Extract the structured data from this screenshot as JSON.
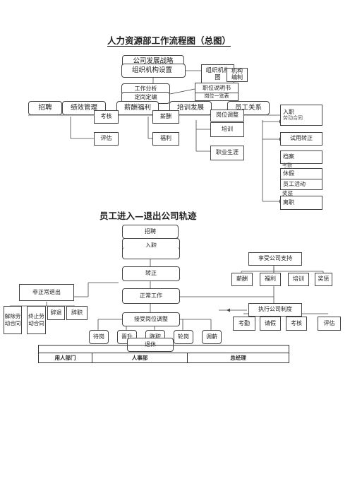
{
  "chart1": {
    "title": "人力资源部工作流程图（总图）",
    "strategy": "公司发展战略",
    "org_setup": "组织机构设置",
    "org_diagram": "组织机构图",
    "org_edit": "机构编制",
    "job_analysis": "工作分析",
    "quota": "定岗定编",
    "job_desc": "职位说明书",
    "job_list": "岗位一览表",
    "recruit": "招聘",
    "perf": "绩效管理",
    "comp": "薪酬福利",
    "training_dev": "培训发展",
    "employee_rel": "员工关系",
    "assess": "考核",
    "salary": "薪酬",
    "post_adjust": "岗位调整",
    "evaluate": "评估",
    "welfare": "福利",
    "training": "培训",
    "career": "职业生涯",
    "onboard": "入职",
    "labor_contract": "劳动合同",
    "probation": "试用转正",
    "archive": "档案",
    "attendance": "考勤",
    "leave": "休假",
    "activity": "员工活动",
    "reward": "奖惩",
    "resign": "离职"
  },
  "chart2": {
    "title": "员工进入—退出公司轨迹",
    "recruit": "招聘",
    "onboard": "入职",
    "confirm": "转正",
    "formal_work": "正常工作",
    "accept_adjust": "接受岗位调整",
    "retire": "退休",
    "abnormal_exit": "非正常退出",
    "terminate": "解除劳动合同",
    "end_contract": "终止劳动合同",
    "dismiss": "辞退",
    "resign": "辞职",
    "enjoy_support": "享受公司支持",
    "salary": "薪酬",
    "welfare": "福利",
    "training": "培训",
    "reward": "奖惩",
    "execute_system": "执行公司制度",
    "attendance": "考勤",
    "leave": "请假",
    "assess": "考核",
    "evaluate": "评估",
    "adj_wait": "待岗",
    "adj_up": "晋升",
    "adj_down": "降职",
    "adj_rotate": "轮岗",
    "adj_transfer": "调薪"
  },
  "table": {
    "col1": "用人部门",
    "col2": "人事部",
    "col3": "总经理"
  }
}
